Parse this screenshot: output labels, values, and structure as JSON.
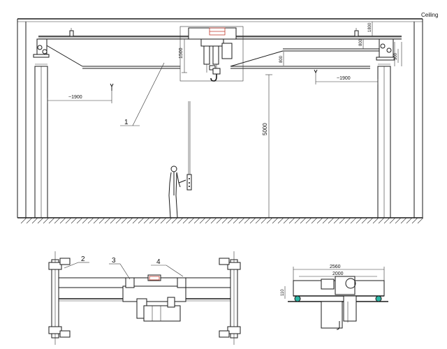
{
  "labels": {
    "ceiling": "Ceiling",
    "item1": "1",
    "item2": "2",
    "item3": "3",
    "item4": "4"
  },
  "dimensions": {
    "left_approach": "~1900",
    "right_approach": "~1900",
    "lift_height": "5000",
    "hook_range": "1500",
    "top_clearance": "1800",
    "rail_height": "800",
    "end_offset": "800",
    "side_offset": "300",
    "span_outer": "2560",
    "span_inner": "2000",
    "side_height": "110"
  },
  "colors": {
    "line": "#1a1a1a",
    "accent_red": "#c0392b",
    "accent_teal": "#2bb5a4"
  },
  "icons": {
    "person": "operator-figure-icon",
    "pendant": "pendant-control-icon",
    "hook": "hook-icon",
    "motor": "motor-icon",
    "wheel": "wheel-icon"
  }
}
